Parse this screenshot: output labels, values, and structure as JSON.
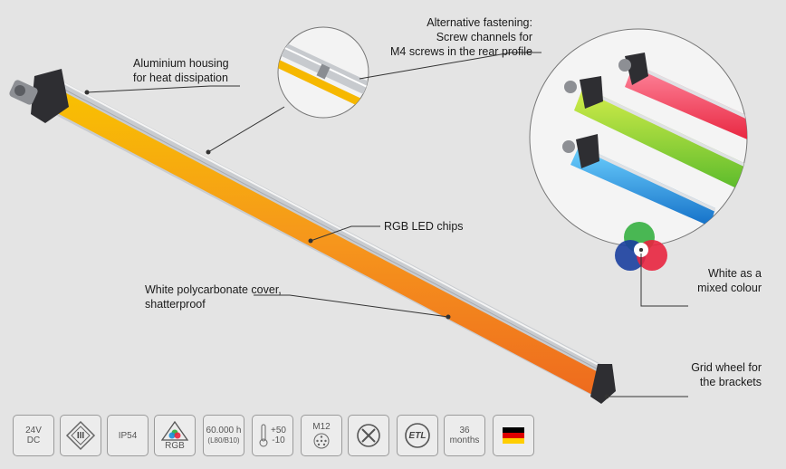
{
  "callouts": {
    "housing": [
      "Aluminium housing",
      "for heat dissipation"
    ],
    "fastening": [
      "Alternative fastening:",
      "Screw channels for",
      "M4 screws in the rear profile"
    ],
    "led_chips": [
      "RGB LED chips"
    ],
    "cover": [
      "White polycarbonate cover,",
      "shatterproof"
    ],
    "white_mix": [
      "White as a",
      "mixed colour"
    ],
    "grid_wheel": [
      "Grid wheel for",
      "the brackets"
    ]
  },
  "icons": [
    {
      "name": "voltage-24v-dc-icon",
      "lines": [
        "24V",
        "DC"
      ]
    },
    {
      "name": "protection-class-iii-icon",
      "symbol": "III"
    },
    {
      "name": "ip54-icon",
      "lines": [
        "IP54"
      ]
    },
    {
      "name": "rgb-icon",
      "lines": [
        "RGB"
      ]
    },
    {
      "name": "lifetime-60000h-icon",
      "lines": [
        "60.000 h",
        "(L80/B10)"
      ]
    },
    {
      "name": "temperature-range-icon",
      "lines": [
        "+50",
        "-10"
      ]
    },
    {
      "name": "m12-connector-icon",
      "lines": [
        "M12"
      ]
    },
    {
      "name": "no-tools-icon"
    },
    {
      "name": "etl-listed-icon",
      "symbol": "ETL"
    },
    {
      "name": "warranty-36-months-icon",
      "lines": [
        "36",
        "months"
      ]
    },
    {
      "name": "germany-flag-icon"
    }
  ],
  "colors": {
    "background": "#e4e4e4",
    "tube_orange": "#f28a1a",
    "tube_yellow": "#f7b500",
    "green": "#7ed321",
    "red": "#e8253f",
    "blue": "#1a8fd8"
  }
}
